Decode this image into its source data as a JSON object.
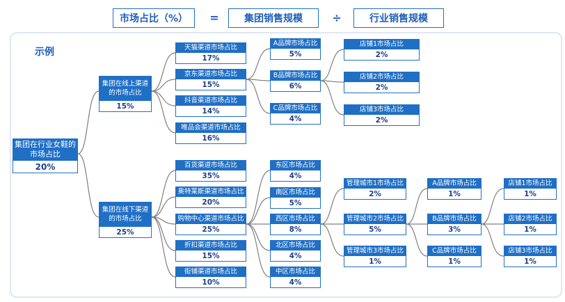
{
  "formula": {
    "left": "市场占比（%）",
    "equals": "=",
    "numerator": "集团销售规模",
    "divide": "÷",
    "denominator": "行业销售规模"
  },
  "example_label": "示例",
  "root": {
    "label": "集团在行业女鞋的市场占比",
    "value": "20%"
  },
  "online": {
    "label": "集团在线上渠道的市场占比",
    "value": "15%"
  },
  "offline": {
    "label": "集团在线下渠道的市场占比",
    "value": "25%"
  },
  "online_channels": [
    {
      "label": "天猫渠道市场占比",
      "value": "17%"
    },
    {
      "label": "京东渠道市场占比",
      "value": "15%"
    },
    {
      "label": "抖音渠道市场占比",
      "value": "14%"
    },
    {
      "label": "唯品会渠道市场占比",
      "value": "16%"
    }
  ],
  "brands": [
    {
      "label": "A品牌市场占比",
      "value": "5%"
    },
    {
      "label": "B品牌市场占比",
      "value": "6%"
    },
    {
      "label": "C品牌市场占比",
      "value": "4%"
    }
  ],
  "stores_online": [
    {
      "label": "店铺1市场占比",
      "value": "2%"
    },
    {
      "label": "店铺2市场占比",
      "value": "2%"
    },
    {
      "label": "店铺3市场占比",
      "value": "2%"
    }
  ],
  "offline_channels": [
    {
      "label": "百货渠道市场占比",
      "value": "35%"
    },
    {
      "label": "奥特莱斯渠道市场占比",
      "value": "20%"
    },
    {
      "label": "购物中心渠道市场占比",
      "value": "25%"
    },
    {
      "label": "折扣渠道市场占比",
      "value": "15%"
    },
    {
      "label": "街铺渠道市场占比",
      "value": "10%"
    }
  ],
  "regions": [
    {
      "label": "东区市场占比",
      "value": "4%"
    },
    {
      "label": "南区市场占比",
      "value": "5%"
    },
    {
      "label": "西区市场占比",
      "value": "8%"
    },
    {
      "label": "北区市场占比",
      "value": "4%"
    },
    {
      "label": "中区市场占比",
      "value": "4%"
    }
  ],
  "cities": [
    {
      "label": "管理城市1市场占比",
      "value": "2%"
    },
    {
      "label": "管理城市2市场占比",
      "value": "5%"
    },
    {
      "label": "管理城市3市场占比",
      "value": "1%"
    }
  ],
  "brands_offline": [
    {
      "label": "A品牌市场占比",
      "value": "1%"
    },
    {
      "label": "B品牌市场占比",
      "value": "3%"
    },
    {
      "label": "C品牌市场占比",
      "value": "1%"
    }
  ],
  "stores_offline": [
    {
      "label": "店铺1市场占比",
      "value": "1%"
    },
    {
      "label": "店铺2市场占比",
      "value": "1%"
    },
    {
      "label": "店铺3市场占比",
      "value": "1%"
    }
  ]
}
